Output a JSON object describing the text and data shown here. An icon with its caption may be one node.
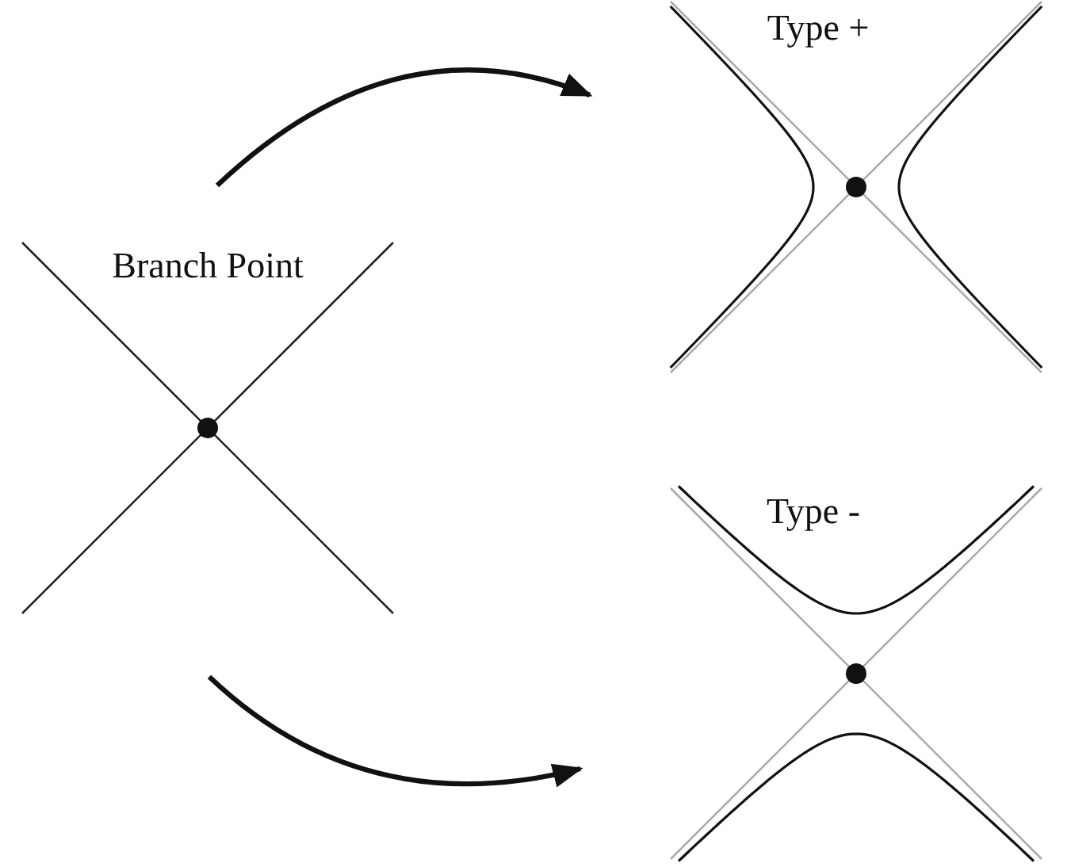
{
  "diagram": {
    "nodes": [
      {
        "text": [
          "Branch Point"
        ]
      },
      {
        "text": [
          "Type +"
        ]
      },
      {
        "text": [
          "Type -"
        ]
      }
    ],
    "edges": [
      {
        "from": 0,
        "to": 1,
        "arrow": "to"
      },
      {
        "from": 0,
        "to": 2,
        "arrow": "to"
      }
    ]
  }
}
